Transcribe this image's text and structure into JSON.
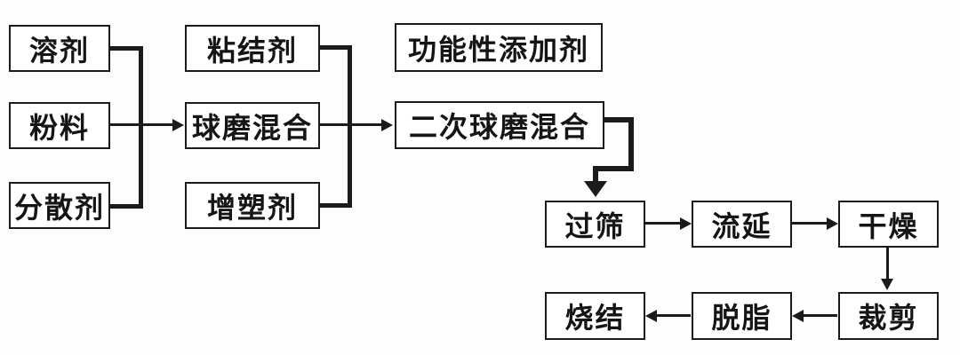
{
  "diagram": {
    "type": "flowchart",
    "language": "zh-CN",
    "nodes": {
      "solvent": "溶剂",
      "powder": "粉料",
      "dispersant": "分散剂",
      "binder": "粘结剂",
      "ball_milling": "球磨混合",
      "plasticizer": "增塑剂",
      "functional_additives": "功能性添加剂",
      "secondary_ball_milling": "二次球磨混合",
      "sieving": "过筛",
      "tape_casting": "流延",
      "drying": "干燥",
      "sintering": "烧结",
      "debinding": "脱脂",
      "cutting": "裁剪"
    },
    "edges": [
      {
        "from": [
          "溶剂",
          "粉料",
          "分散剂"
        ],
        "to": "球磨混合",
        "style": "bracket-arrow"
      },
      {
        "from": [
          "粘结剂",
          "球磨混合",
          "增塑剂"
        ],
        "to": "二次球磨混合",
        "style": "bracket-arrow"
      },
      {
        "from": "二次球磨混合",
        "to": "过筛",
        "style": "thick-elbow-arrow"
      },
      {
        "from": "过筛",
        "to": "流延",
        "style": "arrow"
      },
      {
        "from": "流延",
        "to": "干燥",
        "style": "arrow"
      },
      {
        "from": "干燥",
        "to": "裁剪",
        "style": "arrow"
      },
      {
        "from": "裁剪",
        "to": "脱脂",
        "style": "arrow"
      },
      {
        "from": "脱脂",
        "to": "烧结",
        "style": "arrow"
      }
    ],
    "colors": {
      "background": "#fdfdfd",
      "line": "#1b1b1b",
      "box_fill": "#ffffff",
      "text": "#151515"
    }
  }
}
